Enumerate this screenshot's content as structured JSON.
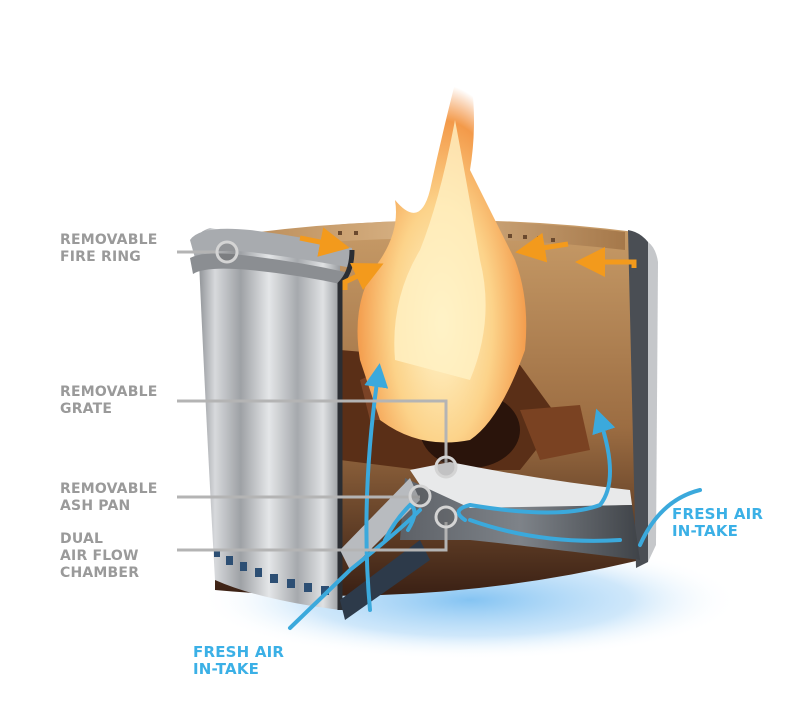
{
  "diagram": {
    "subject": "fire pit cutaway",
    "colors": {
      "label_gray": "#9a9a9a",
      "leader_line": "#b4b4b4",
      "air_blue": "#3bb0e6",
      "hot_air_orange": "#f39a1c",
      "steel": "#c9cbce",
      "flame": "#fbd58a",
      "wood": "#5a2f17"
    },
    "callouts": [
      {
        "id": "fire-ring",
        "lines": [
          "REMOVABLE",
          "FIRE RING"
        ]
      },
      {
        "id": "grate",
        "lines": [
          "REMOVABLE",
          "GRATE"
        ]
      },
      {
        "id": "ash-pan",
        "lines": [
          "REMOVABLE",
          "ASH PAN"
        ]
      },
      {
        "id": "air-flow-chamber",
        "lines": [
          "DUAL",
          "AIR FLOW",
          "CHAMBER"
        ]
      }
    ],
    "air_labels": [
      {
        "id": "right-intake",
        "lines": [
          "FRESH AIR",
          "IN-TAKE"
        ]
      },
      {
        "id": "bottom-intake",
        "lines": [
          "FRESH AIR",
          "IN-TAKE"
        ]
      }
    ],
    "icons": {
      "hot_air_arrow": "orange-arrow",
      "fresh_air_arrow": "blue-arrow",
      "callout_marker": "ring-circle"
    }
  }
}
